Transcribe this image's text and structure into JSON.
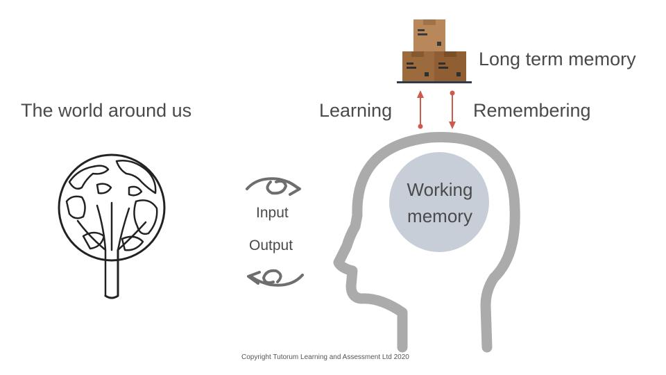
{
  "labels": {
    "long_term_memory": "Long term memory",
    "world": "The world around us",
    "learning": "Learning",
    "remembering": "Remembering",
    "input": "Input",
    "output": "Output",
    "working_memory_line1": "Working",
    "working_memory_line2": "memory",
    "copyright": "Copyright Tutorum Learning and Assessment Ltd 2020"
  },
  "colors": {
    "head": "#ababab",
    "working_memory_fill": "#c7ced8",
    "arrow_red": "#cd5a4c",
    "box_light": "#b8875a",
    "box_dark": "#8f5f33",
    "shelf": "#2f3a4a",
    "icon_stroke": "#222222",
    "cycle_arrow": "#6e6e6e"
  }
}
